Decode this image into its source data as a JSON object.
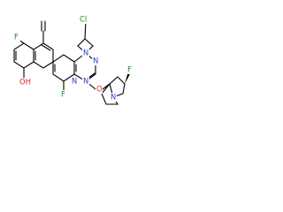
{
  "molecule": {
    "atom_labels": {
      "cl": "Cl",
      "f_top": "F",
      "f_left": "F",
      "f_core": "F",
      "oh": "OH",
      "n_azetidine": "N",
      "n_ring_top": "N",
      "n_ring_left": "N",
      "n_ring_bottom": "N",
      "o_ether": "O",
      "n_pyrrolizidine": "N"
    },
    "colors": {
      "bond": "#000000",
      "nitrogen": "#1f3fd8",
      "oxygen": "#d42a2a",
      "halogen": "#1e8f1e"
    }
  }
}
